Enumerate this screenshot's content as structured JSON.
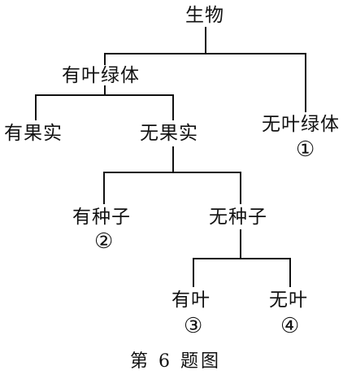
{
  "diagram": {
    "nodes": {
      "root": "生物",
      "leafy_green": "有叶绿体",
      "no_chlorophyll": "无叶绿体",
      "with_fruit": "有果实",
      "without_fruit": "无果实",
      "with_seed": "有种子",
      "without_seed": "无种子",
      "with_leaf": "有叶",
      "without_leaf": "无叶"
    },
    "markers": {
      "m1": "①",
      "m2": "②",
      "m3": "③",
      "m4": "④"
    },
    "edges": [
      [
        "root",
        "leafy_green"
      ],
      [
        "root",
        "no_chlorophyll"
      ],
      [
        "leafy_green",
        "with_fruit"
      ],
      [
        "leafy_green",
        "without_fruit"
      ],
      [
        "without_fruit",
        "with_seed"
      ],
      [
        "without_fruit",
        "without_seed"
      ],
      [
        "without_seed",
        "with_leaf"
      ],
      [
        "without_seed",
        "without_leaf"
      ]
    ],
    "caption": "第 6 题图"
  }
}
